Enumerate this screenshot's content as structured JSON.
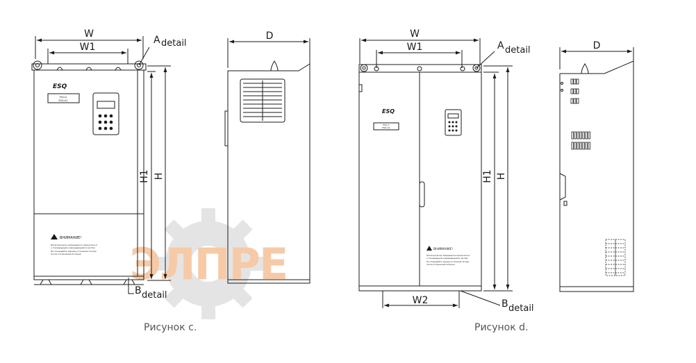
{
  "figure_c": {
    "caption": "Рисунок с.",
    "dims": {
      "w": "W",
      "w1": "W1",
      "h": "H",
      "h1": "H1",
      "d": "D"
    },
    "detail_a": {
      "letter": "A",
      "sub": "detail"
    },
    "detail_b": {
      "letter": "B",
      "sub": "detail"
    },
    "logo": "ESQ",
    "nameplate": [
      "ESQ-A",
      "ESQ-A1"
    ],
    "warning": {
      "title": "ВНИМАНИЕ!",
      "lines": [
        "Категорически запрещается прикасаться",
        "к токоведущим и вращающимся частям",
        "Не открывайте крышку в течение 10 мин",
        "после отключения питания"
      ]
    }
  },
  "figure_d": {
    "caption": "Рисунок d.",
    "dims": {
      "w": "W",
      "w1": "W1",
      "w2": "W2",
      "h": "H",
      "h1": "H1",
      "d": "D"
    },
    "detail_a": {
      "letter": "A",
      "sub": "detail"
    },
    "detail_b": {
      "letter": "B",
      "sub": "detail"
    },
    "logo": "ESQ",
    "nameplate": [
      "ESQ-A",
      "ESQ-A1"
    ],
    "warning": {
      "title": "ВНИМАНИЕ!",
      "lines": [
        "Категорически запрещается прикасаться",
        "к токоведущим и вращающимся частям",
        "Не открывайте крышку в течение 10 мин",
        "после отключения питания"
      ]
    }
  },
  "watermark": {
    "text": "ЭЛПРЕ",
    "color": "#f0a060"
  },
  "colors": {
    "line": "#1a1a1a",
    "caption": "#555555",
    "watermark_gear": "#c8c8c8"
  }
}
